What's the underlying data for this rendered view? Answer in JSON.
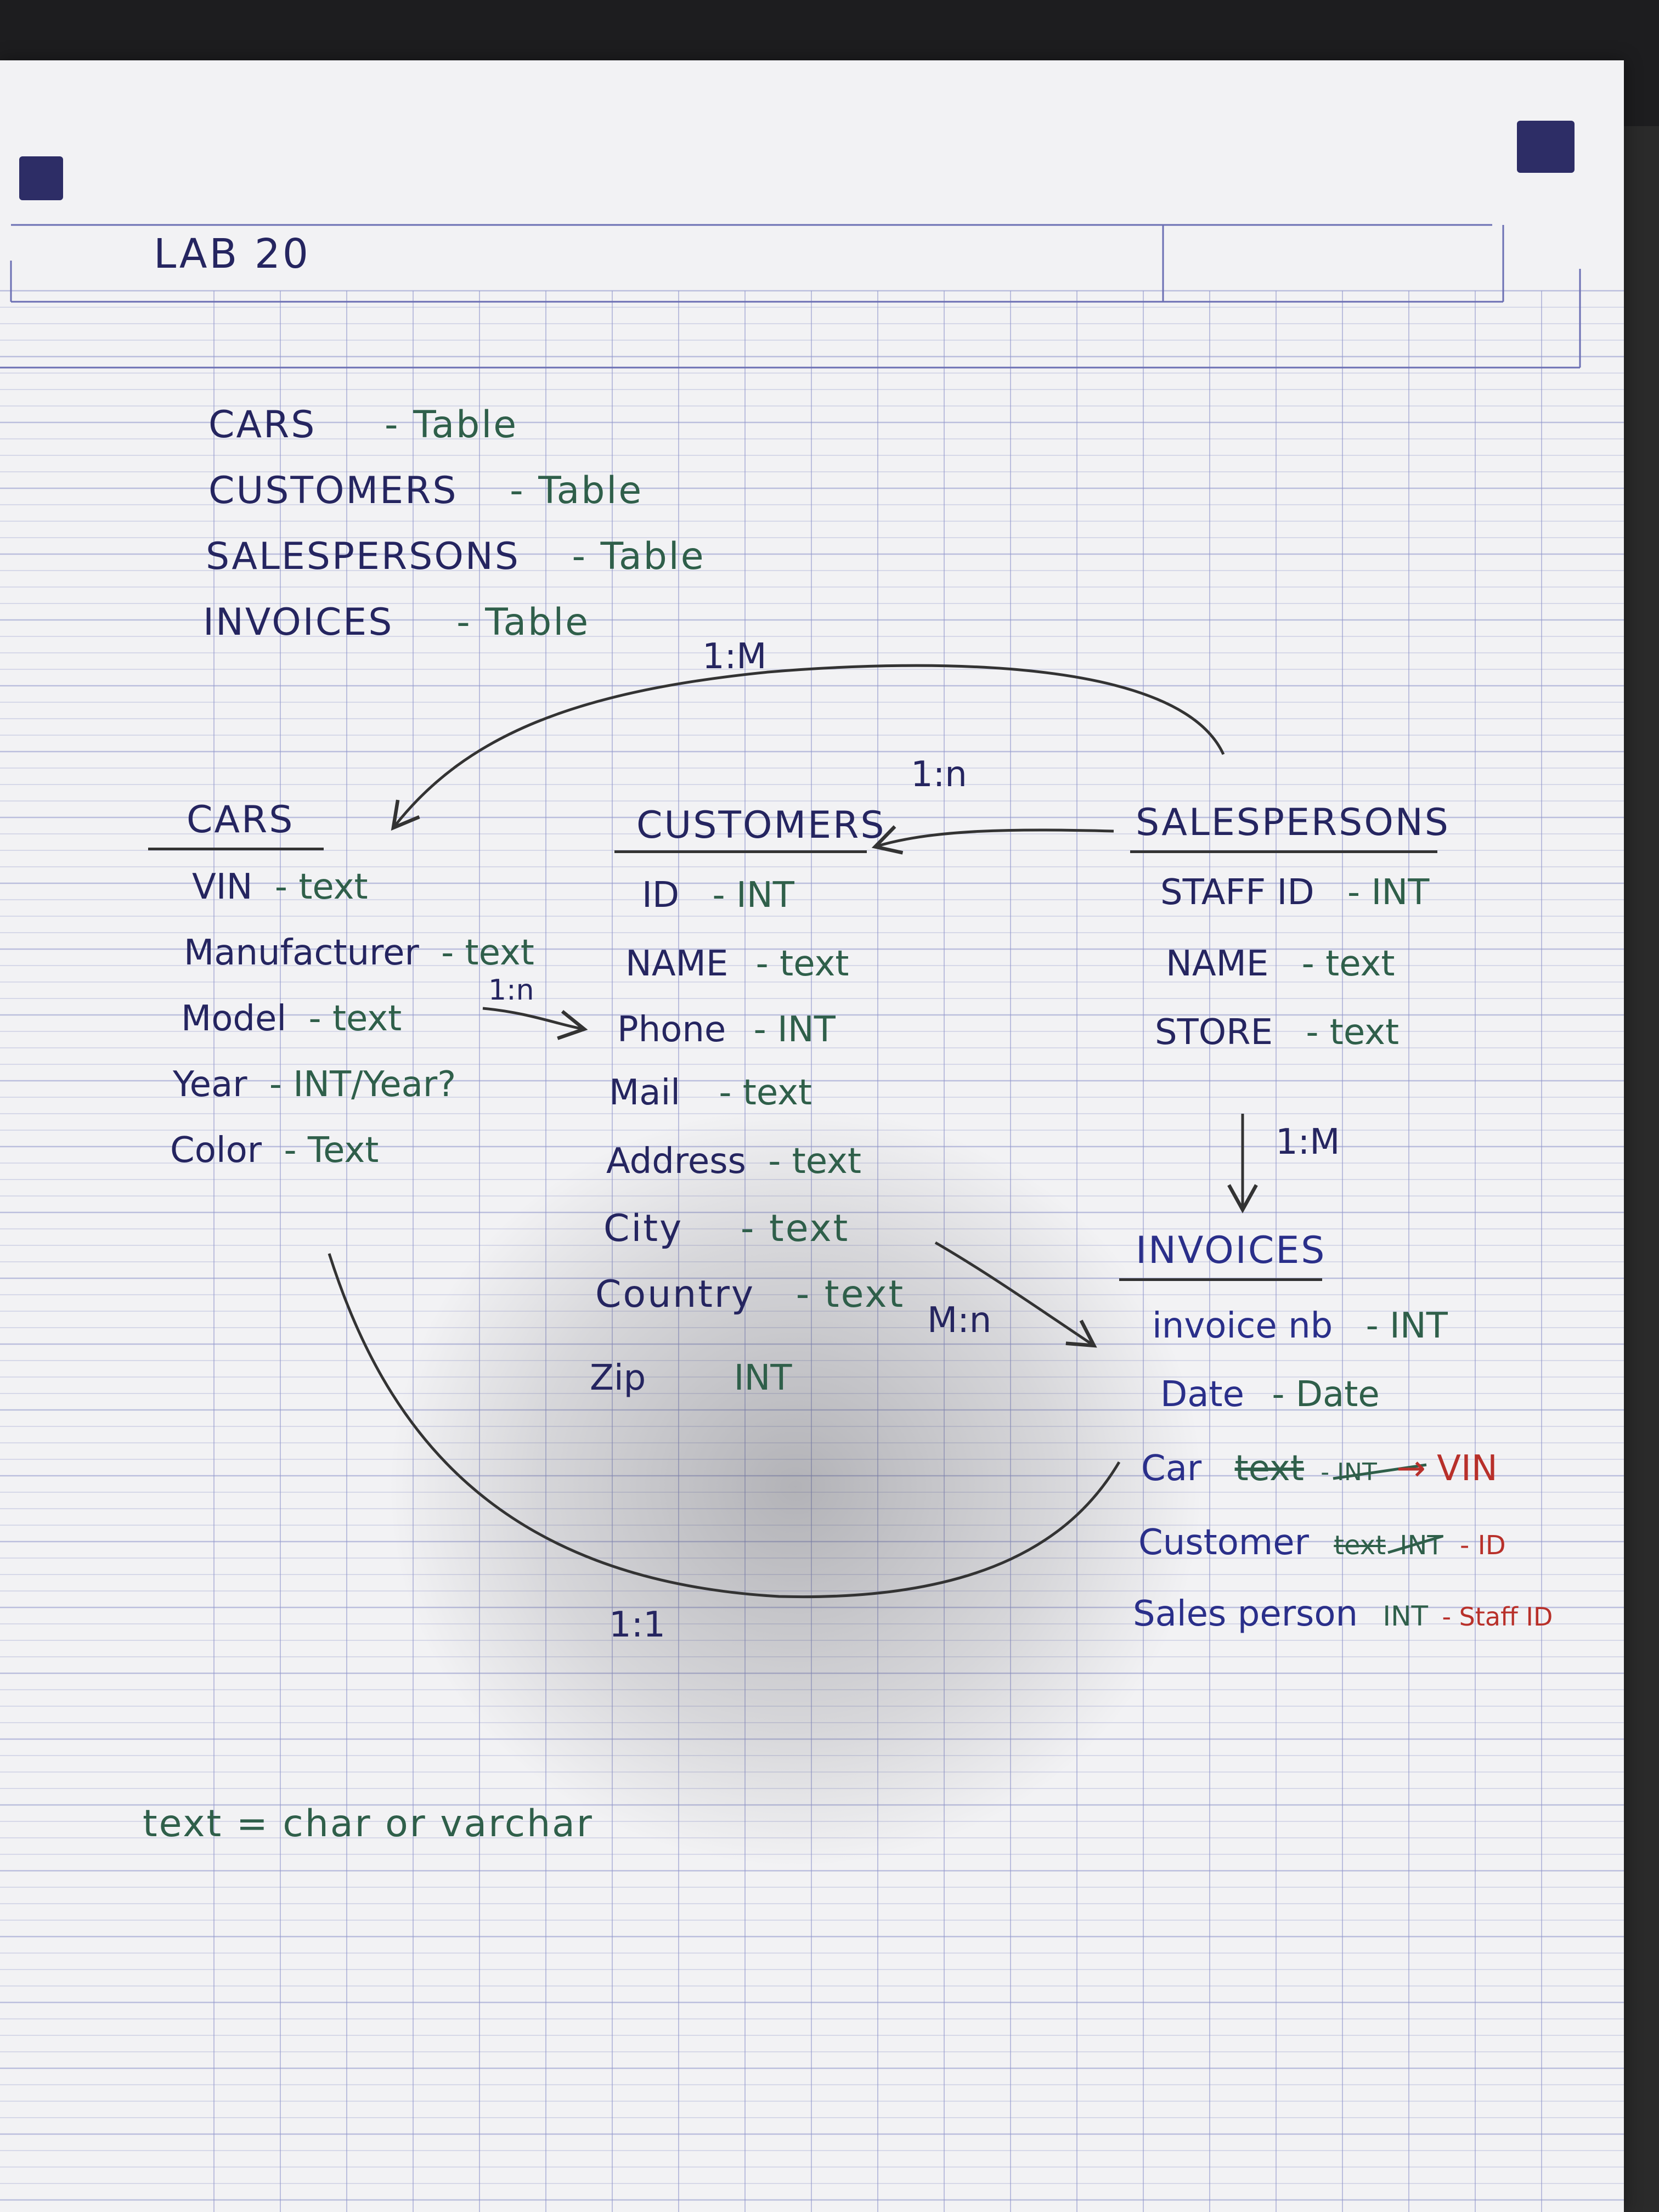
{
  "header": {
    "title": "LAB 20"
  },
  "tables_list": [
    {
      "name": "CARS",
      "kind": "- Table"
    },
    {
      "name": "CUSTOMERS",
      "kind": "- Table"
    },
    {
      "name": "SALESPERSONS",
      "kind": "- Table"
    },
    {
      "name": "INVOICES",
      "kind": "- Table"
    }
  ],
  "entities": {
    "cars": {
      "title": "CARS",
      "fields": [
        {
          "name": "VIN",
          "type": "- text"
        },
        {
          "name": "Manufacturer",
          "type": "- text"
        },
        {
          "name": "Model",
          "type": "- text"
        },
        {
          "name": "Year",
          "type": "- INT/Year?"
        },
        {
          "name": "Color",
          "type": "- Text"
        }
      ]
    },
    "customers": {
      "title": "CUSTOMERS",
      "fields": [
        {
          "name": "ID",
          "type": "- INT"
        },
        {
          "name": "NAME",
          "type": "- text"
        },
        {
          "name": "Phone",
          "type": "- INT"
        },
        {
          "name": "Mail",
          "type": "- text"
        },
        {
          "name": "Address",
          "type": "- text"
        },
        {
          "name": "City",
          "type": "- text"
        },
        {
          "name": "Country",
          "type": "- text"
        },
        {
          "name": "Zip",
          "type": "INT"
        }
      ]
    },
    "salespersons": {
      "title": "SALESPERSONS",
      "fields": [
        {
          "name": "STAFF ID",
          "type": "- INT"
        },
        {
          "name": "NAME",
          "type": "- text"
        },
        {
          "name": "STORE",
          "type": "- text"
        }
      ]
    },
    "invoices": {
      "title": "INVOICES",
      "fields": [
        {
          "name": "invoice nb",
          "type": "- INT",
          "note": ""
        },
        {
          "name": "Date",
          "type": "- Date",
          "note": ""
        },
        {
          "name": "Car",
          "type": "- INT",
          "note": "→ VIN",
          "struck": "text"
        },
        {
          "name": "Customer",
          "type": "INT",
          "note": "- ID",
          "struck": "text"
        },
        {
          "name": "Sales person",
          "type": "INT",
          "note": "- Staff ID",
          "struck": ""
        }
      ]
    }
  },
  "relationships": {
    "salespersons_cars": "1:M",
    "salespersons_customers": "1:n",
    "cars_customers": "1:n",
    "salespersons_invoices": "1:M",
    "customers_invoices": "M:n",
    "cars_invoices": "1:1"
  },
  "footnote": "text = char or varchar",
  "colors": {
    "ink_black": "#252560",
    "ink_blue": "#2a2f8a",
    "ink_green": "#2f5f4a",
    "ink_red": "#b8302a",
    "grid_line": "#8f95cc",
    "margin_rule": "#6b6fb3"
  }
}
